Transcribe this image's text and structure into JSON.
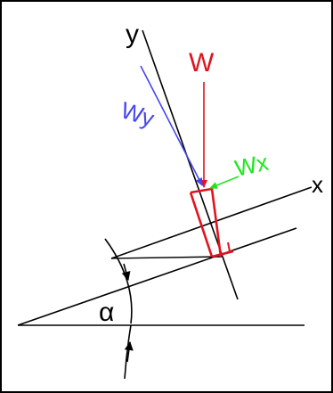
{
  "labels": {
    "y_axis": "y",
    "x_axis": "x",
    "weight": "W",
    "weight_y": "Wy",
    "weight_x": "Wx",
    "angle": "α"
  },
  "colors": {
    "black": "#000000",
    "weight": "#e0141e",
    "weight_y": "#4646f0",
    "weight_x": "#1ee61e"
  }
}
